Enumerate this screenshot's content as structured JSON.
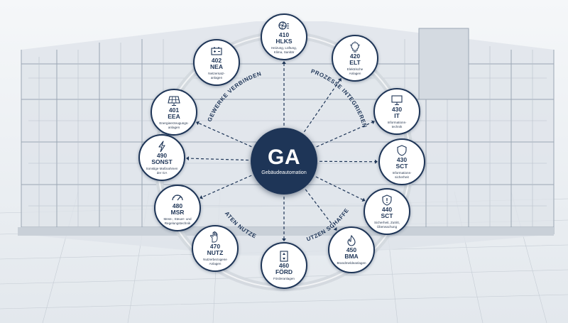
{
  "hub": {
    "title": "GA",
    "subtitle": "Gebäudeautomation"
  },
  "arc_labels": {
    "top_left": "GEWERKE VERBINDEN",
    "top_right": "PROZESSE INTEGRIEREN",
    "bottom_left": "DATEN NUTZEN",
    "bottom_right": "NUTZEN SCHAFFEN"
  },
  "nodes": [
    {
      "id": "410",
      "code": "410",
      "abbr": "HLKS",
      "desc": [
        "Heizung, Lüftung,",
        "Klima, Sanitär"
      ],
      "icon": "fan-water-icon"
    },
    {
      "id": "420",
      "code": "420",
      "abbr": "ELT",
      "desc": [
        "Elektrische",
        "Anlagen"
      ],
      "icon": "lightbulb-icon"
    },
    {
      "id": "430it",
      "code": "430",
      "abbr": "IT",
      "desc": [
        "Informations-",
        "technik"
      ],
      "icon": "monitor-icon"
    },
    {
      "id": "430sct",
      "code": "430",
      "abbr": "SCT",
      "desc": [
        "Informations-",
        "sicherheit"
      ],
      "icon": "shield-icon"
    },
    {
      "id": "440",
      "code": "440",
      "abbr": "SCT",
      "desc": [
        "Sicherheit, Zutritt,",
        "Überwachung"
      ],
      "icon": "shield-alert-icon"
    },
    {
      "id": "450",
      "code": "450",
      "abbr": "BMA",
      "desc": [
        "Brandmeldeanlagen"
      ],
      "icon": "flame-icon"
    },
    {
      "id": "460",
      "code": "460",
      "abbr": "FÖRD",
      "desc": [
        "Förderanlagen"
      ],
      "icon": "elevator-icon"
    },
    {
      "id": "470",
      "code": "470",
      "abbr": "NUTZ",
      "desc": [
        "Nutzerbezogene",
        "Anlagen"
      ],
      "icon": "hand-icon"
    },
    {
      "id": "480",
      "code": "480",
      "abbr": "MSR",
      "desc": [
        "Mess-, Steuer- und",
        "Regelungstechnik"
      ],
      "icon": "gauge-icon"
    },
    {
      "id": "490",
      "code": "490",
      "abbr": "SONST",
      "desc": [
        "Sonstige Maßnahmen",
        "der GA"
      ],
      "icon": "lightning-icon"
    },
    {
      "id": "401",
      "code": "401",
      "abbr": "EEA",
      "desc": [
        "Energieerzeugungs-",
        "anlagen"
      ],
      "icon": "solar-panel-icon"
    },
    {
      "id": "402",
      "code": "402",
      "abbr": "NEA",
      "desc": [
        "Netzersatz-",
        "anlagen"
      ],
      "icon": "battery-icon"
    }
  ],
  "colors": {
    "navy": "#1e3557",
    "ring": "#c9d0d8",
    "background": "#eef1f4"
  }
}
